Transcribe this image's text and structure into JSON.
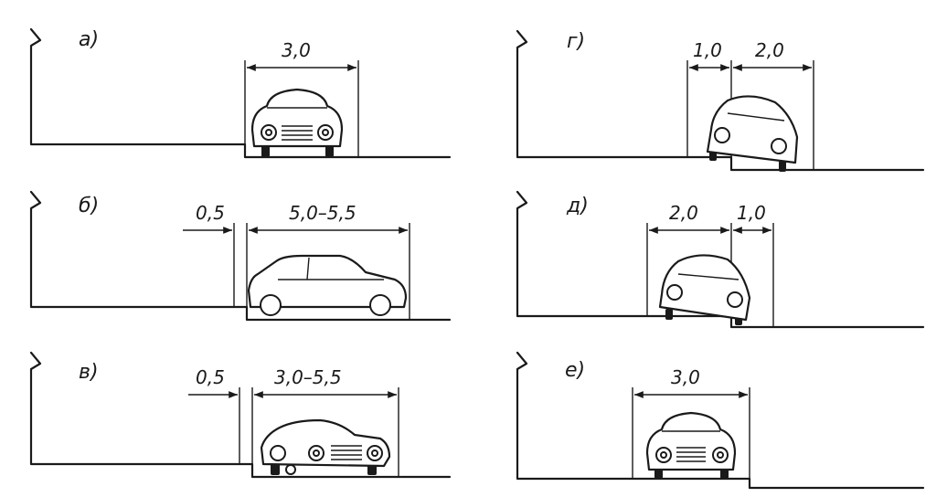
{
  "panels": {
    "a": {
      "label": "а)",
      "dims": [
        "3,0"
      ]
    },
    "b": {
      "label": "б)",
      "dims": [
        "0,5",
        "5,0–5,5"
      ]
    },
    "v": {
      "label": "в)",
      "dims": [
        "0,5",
        "3,0–5,5"
      ]
    },
    "g": {
      "label": "г)",
      "dims": [
        "1,0",
        "2,0"
      ]
    },
    "d": {
      "label": "д)",
      "dims": [
        "2,0",
        "1,0"
      ]
    },
    "e": {
      "label": "е)",
      "dims": [
        "3,0"
      ]
    }
  }
}
